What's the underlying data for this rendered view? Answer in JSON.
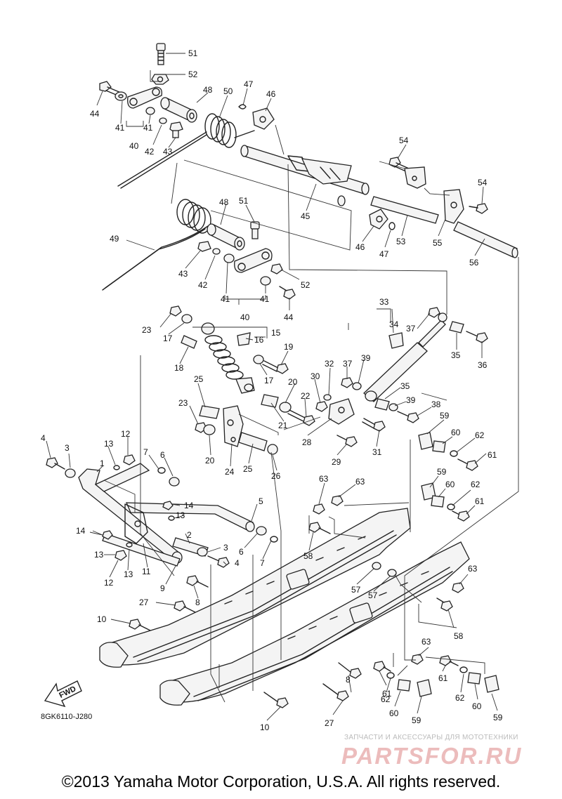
{
  "diagram": {
    "code": "8GK6110-J280",
    "forward_label": "FWD",
    "copyright": "©2013 Yamaha Motor Corporation, U.S.A. All rights reserved.",
    "watermark": {
      "tagline": "ЗАПЧАСТИ И АКСЕССУАРЫ ДЛЯ МОТОТЕХНИКИ",
      "logo_text": "PARTSFOR.RU"
    }
  },
  "callouts": {
    "c1": "1",
    "c2": "2",
    "c3": "3",
    "c3b": "3",
    "c4": "4",
    "c4b": "4",
    "c5": "5",
    "c6": "6",
    "c6b": "6",
    "c7": "7",
    "c7b": "7",
    "c8": "8",
    "c8b": "8",
    "c9": "9",
    "c10": "10",
    "c10b": "10",
    "c11": "11",
    "c12": "12",
    "c12b": "12",
    "c13": "13",
    "c13b": "13",
    "c13c": "13",
    "c14": "14",
    "c14b": "14",
    "c15": "15",
    "c16": "16",
    "c17": "17",
    "c17b": "17",
    "c18": "18",
    "c19": "19",
    "c20": "20",
    "c20b": "20",
    "c21": "21",
    "c22": "22",
    "c23": "23",
    "c23b": "23",
    "c24": "24",
    "c25": "25",
    "c25b": "25",
    "c26": "26",
    "c27": "27",
    "c27b": "27",
    "c28": "28",
    "c29": "29",
    "c30": "30",
    "c31": "31",
    "c32": "32",
    "c33": "33",
    "c34": "34",
    "c35": "35",
    "c35b": "35",
    "c36": "36",
    "c37": "37",
    "c37b": "37",
    "c38": "38",
    "c39": "39",
    "c39b": "39",
    "c40": "40",
    "c40b": "40",
    "c41": "41",
    "c41b": "41",
    "c41c": "41",
    "c41d": "41",
    "c42": "42",
    "c42b": "42",
    "c43": "43",
    "c43b": "43",
    "c44": "44",
    "c44b": "44",
    "c45": "45",
    "c46": "46",
    "c46b": "46",
    "c47": "47",
    "c47b": "47",
    "c48": "48",
    "c48b": "48",
    "c49": "49",
    "c50": "50",
    "c51": "51",
    "c51b": "51",
    "c52": "52",
    "c52b": "52",
    "c53": "53",
    "c54": "54",
    "c54b": "54",
    "c55": "55",
    "c56": "56",
    "c57": "57",
    "c57b": "57",
    "c58": "58",
    "c58b": "58",
    "c59": "59",
    "c59b": "59",
    "c59c": "59",
    "c59d": "59",
    "c60": "60",
    "c60b": "60",
    "c60c": "60",
    "c60d": "60",
    "c61": "61",
    "c61b": "61",
    "c61c": "61",
    "c61d": "61",
    "c62": "62",
    "c62b": "62",
    "c62c": "62",
    "c62d": "62",
    "c63": "63",
    "c63b": "63",
    "c63c": "63",
    "c63d": "63"
  }
}
